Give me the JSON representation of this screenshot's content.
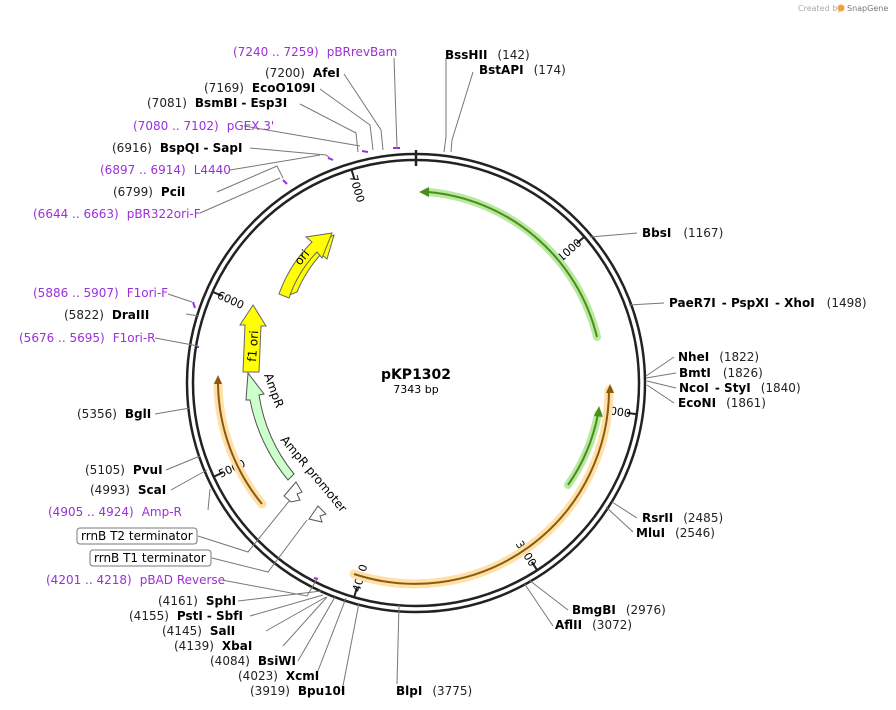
{
  "credit": {
    "prefix": "Created by",
    "brand": "SnapGene"
  },
  "plasmid": {
    "name": "pKP1302",
    "length_label": "7343 bp"
  },
  "colors": {
    "primer": "#9b30d9",
    "enzyme": "#000000",
    "ori": "#ffff00",
    "ampr": "#ccffcc",
    "orange": "#f5a623",
    "green": "#4a8f1a"
  },
  "ticks": [
    "1000",
    "2000",
    "3000",
    "4000",
    "5000",
    "6000",
    "7000"
  ],
  "sites": [
    {
      "pos": "(7240 .. 7259)",
      "name": "pBRrevBam",
      "kind": "primer"
    },
    {
      "pos": "(7200)",
      "name": "AfeI",
      "kind": "enzyme"
    },
    {
      "pos": "(7169)",
      "name": "EcoO109I",
      "kind": "enzyme"
    },
    {
      "pos": "(7081)",
      "name": "BsmBI",
      "extra": "Esp3I",
      "kind": "enzyme"
    },
    {
      "pos": "(7080 .. 7102)",
      "name": "pGEX 3'",
      "kind": "primer"
    },
    {
      "pos": "(6916)",
      "name": "BspQI",
      "extra": "SapI",
      "kind": "enzyme"
    },
    {
      "pos": "(6897 .. 6914)",
      "name": "L4440",
      "kind": "primer"
    },
    {
      "pos": "(6799)",
      "name": "PciI",
      "kind": "enzyme"
    },
    {
      "pos": "(6644 .. 6663)",
      "name": "pBR322ori-F",
      "kind": "primer"
    },
    {
      "pos": "(5886 .. 5907)",
      "name": "F1ori-F",
      "kind": "primer"
    },
    {
      "pos": "(5822)",
      "name": "DraIII",
      "kind": "enzyme"
    },
    {
      "pos": "(5676 .. 5695)",
      "name": "F1ori-R",
      "kind": "primer"
    },
    {
      "pos": "(5356)",
      "name": "BglI",
      "kind": "enzyme"
    },
    {
      "pos": "(5105)",
      "name": "PvuI",
      "kind": "enzyme"
    },
    {
      "pos": "(4993)",
      "name": "ScaI",
      "kind": "enzyme"
    },
    {
      "pos": "(4905 .. 4924)",
      "name": "Amp-R",
      "kind": "primer"
    },
    {
      "name": "rrnB T2 terminator",
      "kind": "boxed"
    },
    {
      "name": "rrnB T1 terminator",
      "kind": "boxed"
    },
    {
      "pos": "(4201 .. 4218)",
      "name": "pBAD Reverse",
      "kind": "primer"
    },
    {
      "pos": "(4161)",
      "name": "SphI",
      "kind": "enzyme"
    },
    {
      "pos": "(4155)",
      "name": "PstI",
      "extra": "SbfI",
      "kind": "enzyme"
    },
    {
      "pos": "(4145)",
      "name": "SalI",
      "kind": "enzyme"
    },
    {
      "pos": "(4139)",
      "name": "XbaI",
      "kind": "enzyme"
    },
    {
      "pos": "(4084)",
      "name": "BsiWI",
      "kind": "enzyme"
    },
    {
      "pos": "(4023)",
      "name": "XcmI",
      "kind": "enzyme"
    },
    {
      "pos": "(3919)",
      "name": "Bpu10I",
      "kind": "enzyme"
    },
    {
      "name": "BssHII",
      "pos": "(142)",
      "kind": "enzyme_r"
    },
    {
      "name": "BstAPI",
      "pos": "(174)",
      "kind": "enzyme_r"
    },
    {
      "name": "BbsI",
      "pos": "(1167)",
      "kind": "enzyme_r"
    },
    {
      "name": "PaeR7I",
      "extra": "PspXI",
      "extra2": "XhoI",
      "pos": "(1498)",
      "kind": "enzyme_r"
    },
    {
      "name": "NheI",
      "pos": "(1822)",
      "kind": "enzyme_r"
    },
    {
      "name": "BmtI",
      "pos": "(1826)",
      "kind": "enzyme_r"
    },
    {
      "name": "NcoI",
      "extra": "StyI",
      "pos": "(1840)",
      "kind": "enzyme_r"
    },
    {
      "name": "EcoNI",
      "pos": "(1861)",
      "kind": "enzyme_r"
    },
    {
      "name": "RsrII",
      "pos": "(2485)",
      "kind": "enzyme_r"
    },
    {
      "name": "MluI",
      "pos": "(2546)",
      "kind": "enzyme_r"
    },
    {
      "name": "BmgBI",
      "pos": "(2976)",
      "kind": "enzyme_r"
    },
    {
      "name": "AflII",
      "pos": "(3072)",
      "kind": "enzyme_r"
    },
    {
      "name": "BlpI",
      "pos": "(3775)",
      "kind": "enzyme_r"
    }
  ],
  "features": {
    "ori": "ori",
    "f1ori": "f1 ori",
    "ampr": "AmpR",
    "ampr_promoter": "AmpR promoter"
  }
}
